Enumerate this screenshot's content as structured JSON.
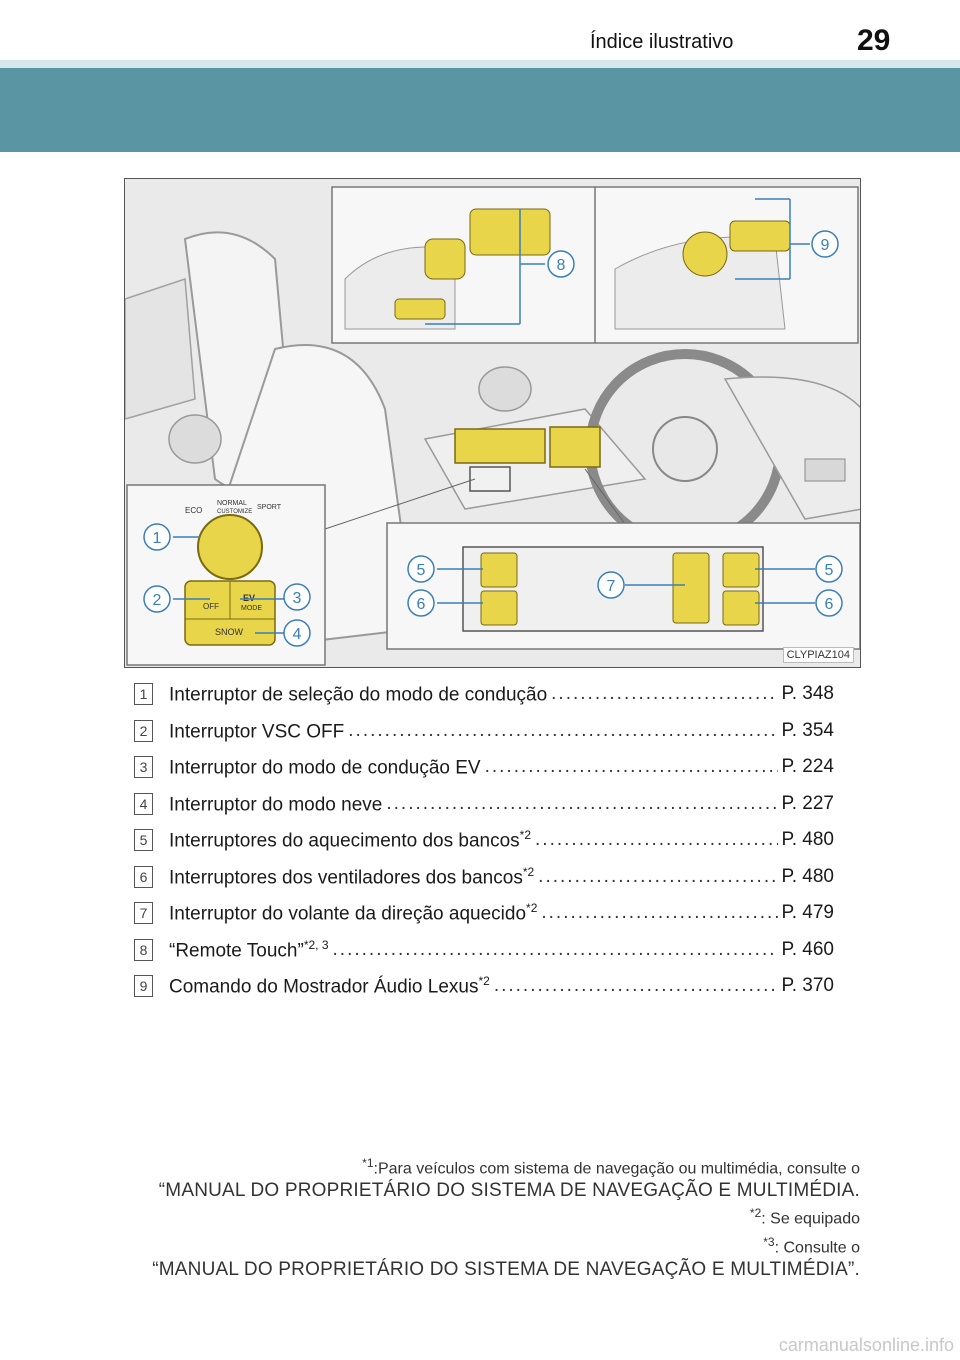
{
  "header": {
    "title": "Índice ilustrativo",
    "page_number": "29"
  },
  "figure": {
    "code": "CLYPIAZ104",
    "callouts": [
      "1",
      "2",
      "3",
      "4",
      "5",
      "6",
      "7",
      "8",
      "9",
      "5",
      "6"
    ],
    "switch_labels": {
      "eco": "ECO",
      "normal": "NORMAL",
      "custom": "CUSTOMIZE",
      "sport": "SPORT",
      "off": "OFF",
      "ev": "EV",
      "mode": "MODE",
      "snow": "SNOW"
    }
  },
  "items": [
    {
      "num": "1",
      "label": "Interruptor de seleção do modo de condução",
      "sup": "",
      "page": "P. 348"
    },
    {
      "num": "2",
      "label": "Interruptor VSC OFF",
      "sup": "",
      "page": "P. 354"
    },
    {
      "num": "3",
      "label": "Interruptor do modo de condução EV",
      "sup": "",
      "page": "P. 224"
    },
    {
      "num": "4",
      "label": "Interruptor do modo neve",
      "sup": "",
      "page": "P. 227"
    },
    {
      "num": "5",
      "label": "Interruptores do aquecimento dos bancos",
      "sup": "*2",
      "page": "P. 480"
    },
    {
      "num": "6",
      "label": "Interruptores dos ventiladores dos bancos",
      "sup": "*2",
      "page": "P. 480"
    },
    {
      "num": "7",
      "label": "Interruptor do volante da direção aquecido",
      "sup": "*2",
      "page": "P. 479"
    },
    {
      "num": "8",
      "label": "“Remote Touch”",
      "sup": "*2, 3",
      "page": "P. 460"
    },
    {
      "num": "9",
      "label": "Comando do Mostrador Áudio Lexus",
      "sup": "*2",
      "page": "P. 370"
    }
  ],
  "footnotes": {
    "fn1_mark": "*1",
    "fn1_text": ":Para veículos com sistema de navegação ou multimédia, consulte o",
    "fn1_text2": "“MANUAL DO PROPRIETÁRIO DO SISTEMA DE NAVEGAÇÃO E MULTIMÉDIA.",
    "fn2_mark": "*2",
    "fn2_text": ": Se equipado",
    "fn3_mark": "*3",
    "fn3_text": ": Consulte o",
    "fn3_text2": "“MANUAL DO PROPRIETÁRIO DO SISTEMA DE NAVEGAÇÃO E MULTIMÉDIA”."
  },
  "watermark": "carmanualsonline.info",
  "colors": {
    "band": "#5a95a3",
    "highlight": "#e8d54a",
    "line": "#3a7fb8"
  }
}
